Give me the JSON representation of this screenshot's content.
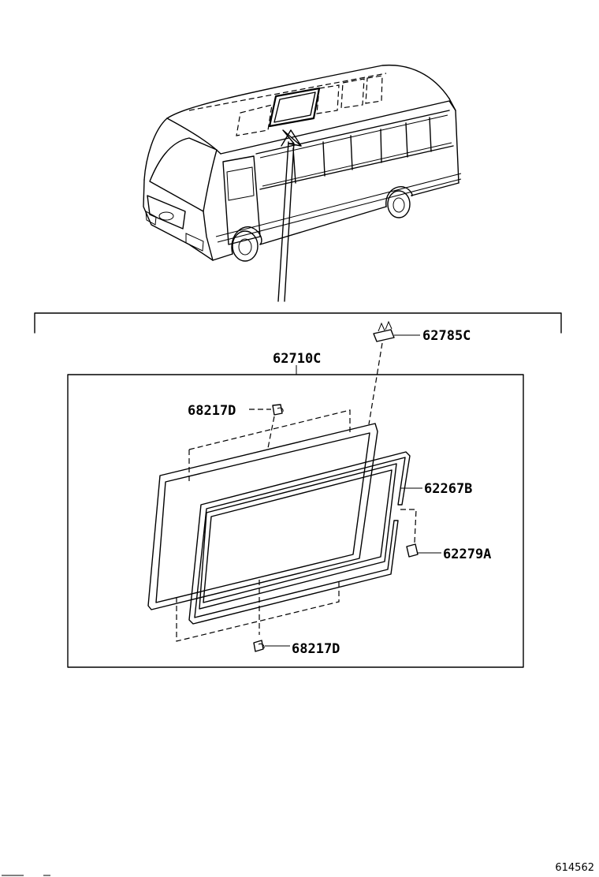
{
  "parts": {
    "frame_assembly": "62710C",
    "corner_piece": "62785C",
    "weatherstrip": "62267B",
    "cap": "62279A",
    "clip_upper": "68217D",
    "clip_lower": "68217D"
  },
  "illustration_code": "614562"
}
